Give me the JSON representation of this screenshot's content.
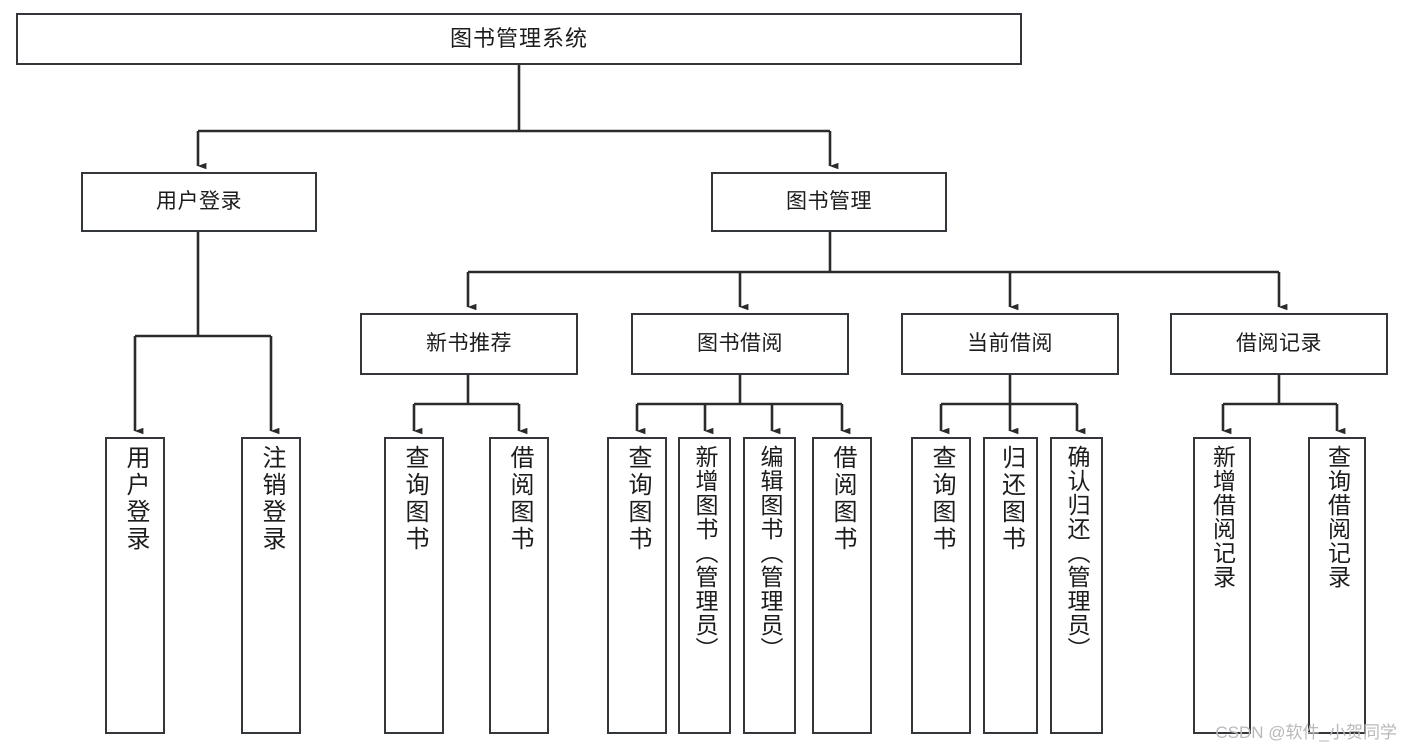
{
  "diagram": {
    "type": "tree-hierarchy",
    "title": "图书管理系统",
    "orientation": "top-down",
    "watermark": "CSDN @软件_小贺同学",
    "colors": {
      "box_border": "#33373b",
      "box_fill": "#ffffff",
      "connector": "#2b2b2b",
      "text": "#1c1c1c",
      "watermark": "#b9b9b9",
      "background": "#ffffff"
    },
    "levels": [
      {
        "level": 1,
        "nodes": [
          {
            "id": "root",
            "label": "图书管理系统",
            "orientation": "horizontal"
          }
        ]
      },
      {
        "level": 2,
        "nodes": [
          {
            "id": "login",
            "label": "用户登录",
            "orientation": "horizontal",
            "parent": "root"
          },
          {
            "id": "bookmgmt",
            "label": "图书管理",
            "orientation": "horizontal",
            "parent": "root"
          }
        ]
      },
      {
        "level": 3,
        "nodes": [
          {
            "id": "newbook",
            "label": "新书推荐",
            "orientation": "horizontal",
            "parent": "bookmgmt"
          },
          {
            "id": "borrow",
            "label": "图书借阅",
            "orientation": "horizontal",
            "parent": "bookmgmt"
          },
          {
            "id": "current",
            "label": "当前借阅",
            "orientation": "horizontal",
            "parent": "bookmgmt"
          },
          {
            "id": "records",
            "label": "借阅记录",
            "orientation": "horizontal",
            "parent": "bookmgmt"
          }
        ]
      },
      {
        "level": 4,
        "nodes": [
          {
            "id": "leaf-user-login",
            "label": "用户登录",
            "orientation": "vertical",
            "parent": "login"
          },
          {
            "id": "leaf-user-logout",
            "label": "注销登录",
            "orientation": "vertical",
            "parent": "login"
          },
          {
            "id": "leaf-query-book-1",
            "label": "查询图书",
            "orientation": "vertical",
            "parent": "newbook"
          },
          {
            "id": "leaf-borrow-book-1",
            "label": "借阅图书",
            "orientation": "vertical",
            "parent": "newbook"
          },
          {
            "id": "leaf-query-book-2",
            "label": "查询图书",
            "orientation": "vertical",
            "parent": "borrow"
          },
          {
            "id": "leaf-add-book",
            "label": "新增图书（管理员）",
            "orientation": "vertical",
            "parent": "borrow"
          },
          {
            "id": "leaf-edit-book",
            "label": "编辑图书（管理员）",
            "orientation": "vertical",
            "parent": "borrow"
          },
          {
            "id": "leaf-borrow-book-2",
            "label": "借阅图书",
            "orientation": "vertical",
            "parent": "borrow"
          },
          {
            "id": "leaf-query-book-3",
            "label": "查询图书",
            "orientation": "vertical",
            "parent": "current"
          },
          {
            "id": "leaf-return-book",
            "label": "归还图书",
            "orientation": "vertical",
            "parent": "current"
          },
          {
            "id": "leaf-confirm-return",
            "label": "确认归还（管理员）",
            "orientation": "vertical",
            "parent": "current"
          },
          {
            "id": "leaf-add-record",
            "label": "新增借阅记录",
            "orientation": "vertical",
            "parent": "records"
          },
          {
            "id": "leaf-query-record",
            "label": "查询借阅记录",
            "orientation": "vertical",
            "parent": "records"
          }
        ]
      }
    ]
  }
}
